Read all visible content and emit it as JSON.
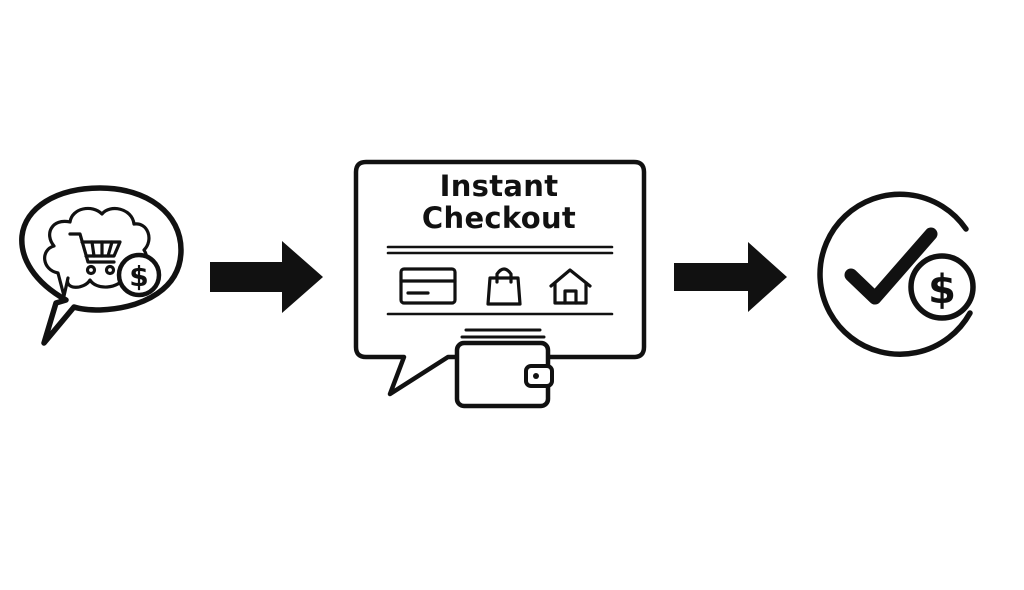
{
  "flow": {
    "steps": [
      {
        "id": "intent",
        "icons": [
          "speech-bubble-icon",
          "shopping-cart-icon",
          "dollar-coin-icon"
        ]
      },
      {
        "id": "checkout",
        "title_line1": "Instant",
        "title_line2": "Checkout",
        "icons": [
          "credit-card-icon",
          "shopping-bag-icon",
          "home-icon",
          "wallet-icon"
        ]
      },
      {
        "id": "complete",
        "icons": [
          "checkmark-icon",
          "dollar-coin-icon"
        ]
      }
    ],
    "connectors": [
      "arrow-right-icon",
      "arrow-right-icon"
    ]
  },
  "colors": {
    "stroke": "#111111",
    "background": "#ffffff"
  }
}
